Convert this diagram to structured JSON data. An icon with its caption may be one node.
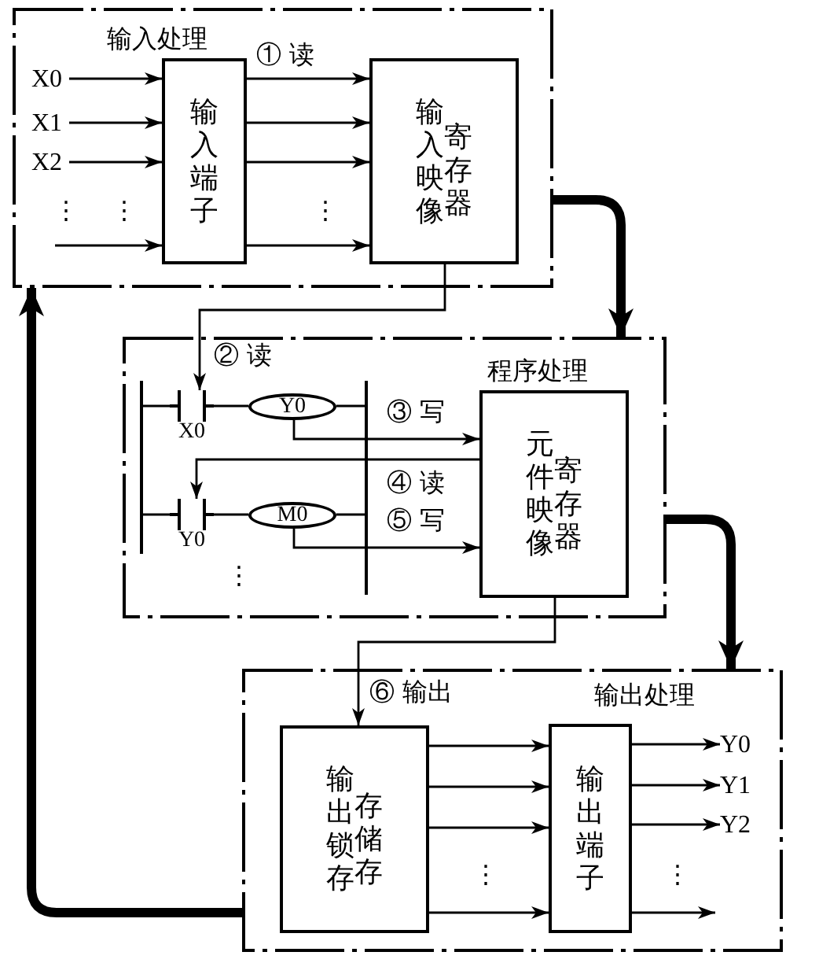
{
  "diagram": {
    "nodes": [
      {
        "text": [
          "输入处理"
        ]
      },
      {
        "text": [
          "X0"
        ],
        "in": 0
      },
      {
        "text": [
          "X1"
        ],
        "in": 0
      },
      {
        "text": [
          "X2"
        ],
        "in": 0
      },
      {
        "text": [
          "输入端子"
        ],
        "in": 0
      },
      {
        "text": [
          "输入映像寄存器"
        ],
        "in": 0
      },
      {
        "text": [
          "程序处理"
        ]
      },
      {
        "text": [
          "X0"
        ],
        "in": 6
      },
      {
        "text": [
          "Y0"
        ],
        "in": 6
      },
      {
        "text": [
          "Y0"
        ],
        "in": 6
      },
      {
        "text": [
          "M0"
        ],
        "in": 6
      },
      {
        "text": [
          "元件映像寄存器"
        ],
        "in": 6
      },
      {
        "text": [
          "输出处理"
        ]
      },
      {
        "text": [
          "输出锁存存储存"
        ],
        "in": 12
      },
      {
        "text": [
          "输出端子"
        ],
        "in": 12
      },
      {
        "text": [
          "Y0"
        ],
        "in": 12
      },
      {
        "text": [
          "Y1"
        ],
        "in": 12
      },
      {
        "text": [
          "Y2"
        ],
        "in": 12
      },
      {
        "text": [],
        "shape": "bar",
        "in": 6
      },
      {
        "text": [],
        "shape": "bar",
        "in": 6
      }
    ],
    "edges": [
      {
        "from": 1,
        "to": 4,
        "arrow": "to"
      },
      {
        "from": 2,
        "to": 4,
        "arrow": "to"
      },
      {
        "from": 3,
        "to": 4,
        "arrow": "to"
      },
      {
        "from": null,
        "to": 4,
        "arrow": "to"
      },
      {
        "from": 4,
        "to": 5,
        "arrow": "to",
        "label": "① 读"
      },
      {
        "from": 4,
        "to": 5,
        "arrow": "to"
      },
      {
        "from": 4,
        "to": 5,
        "arrow": "to"
      },
      {
        "from": 4,
        "to": 5,
        "arrow": "to"
      },
      {
        "from": 5,
        "to": 7,
        "arrow": "to",
        "label": "② 读"
      },
      {
        "from": 7,
        "to": 8,
        "arrow": "none"
      },
      {
        "from": 8,
        "to": 11,
        "arrow": "to",
        "label": "③ 写"
      },
      {
        "from": 11,
        "to": 9,
        "arrow": "to",
        "label": "④ 读"
      },
      {
        "from": 9,
        "to": 10,
        "arrow": "none"
      },
      {
        "from": 10,
        "to": 11,
        "arrow": "to",
        "label": "⑤ 写"
      },
      {
        "from": 11,
        "to": 13,
        "arrow": "to",
        "label": "⑥ 输出"
      },
      {
        "from": 13,
        "to": 14,
        "arrow": "to"
      },
      {
        "from": 13,
        "to": 14,
        "arrow": "to"
      },
      {
        "from": 13,
        "to": 14,
        "arrow": "to"
      },
      {
        "from": 13,
        "to": 14,
        "arrow": "to"
      },
      {
        "from": 14,
        "to": 15,
        "arrow": "to"
      },
      {
        "from": 14,
        "to": 16,
        "arrow": "to"
      },
      {
        "from": 14,
        "to": 17,
        "arrow": "to"
      },
      {
        "from": 14,
        "to": null,
        "arrow": "to"
      },
      {
        "from": 0,
        "to": 6,
        "arrow": "to",
        "style": "thick"
      },
      {
        "from": 6,
        "to": 12,
        "arrow": "to",
        "style": "thick"
      },
      {
        "from": 12,
        "to": 0,
        "arrow": "to",
        "style": "thick"
      },
      {
        "from": 18,
        "to": 7,
        "arrow": "none"
      },
      {
        "from": 18,
        "to": 9,
        "arrow": "none"
      },
      {
        "from": 8,
        "to": 19,
        "arrow": "none"
      },
      {
        "from": 10,
        "to": 19,
        "arrow": "none"
      }
    ],
    "labels": [
      "⋮",
      "⋮",
      "⋮",
      "⋮",
      "⋮",
      "⋮"
    ]
  }
}
